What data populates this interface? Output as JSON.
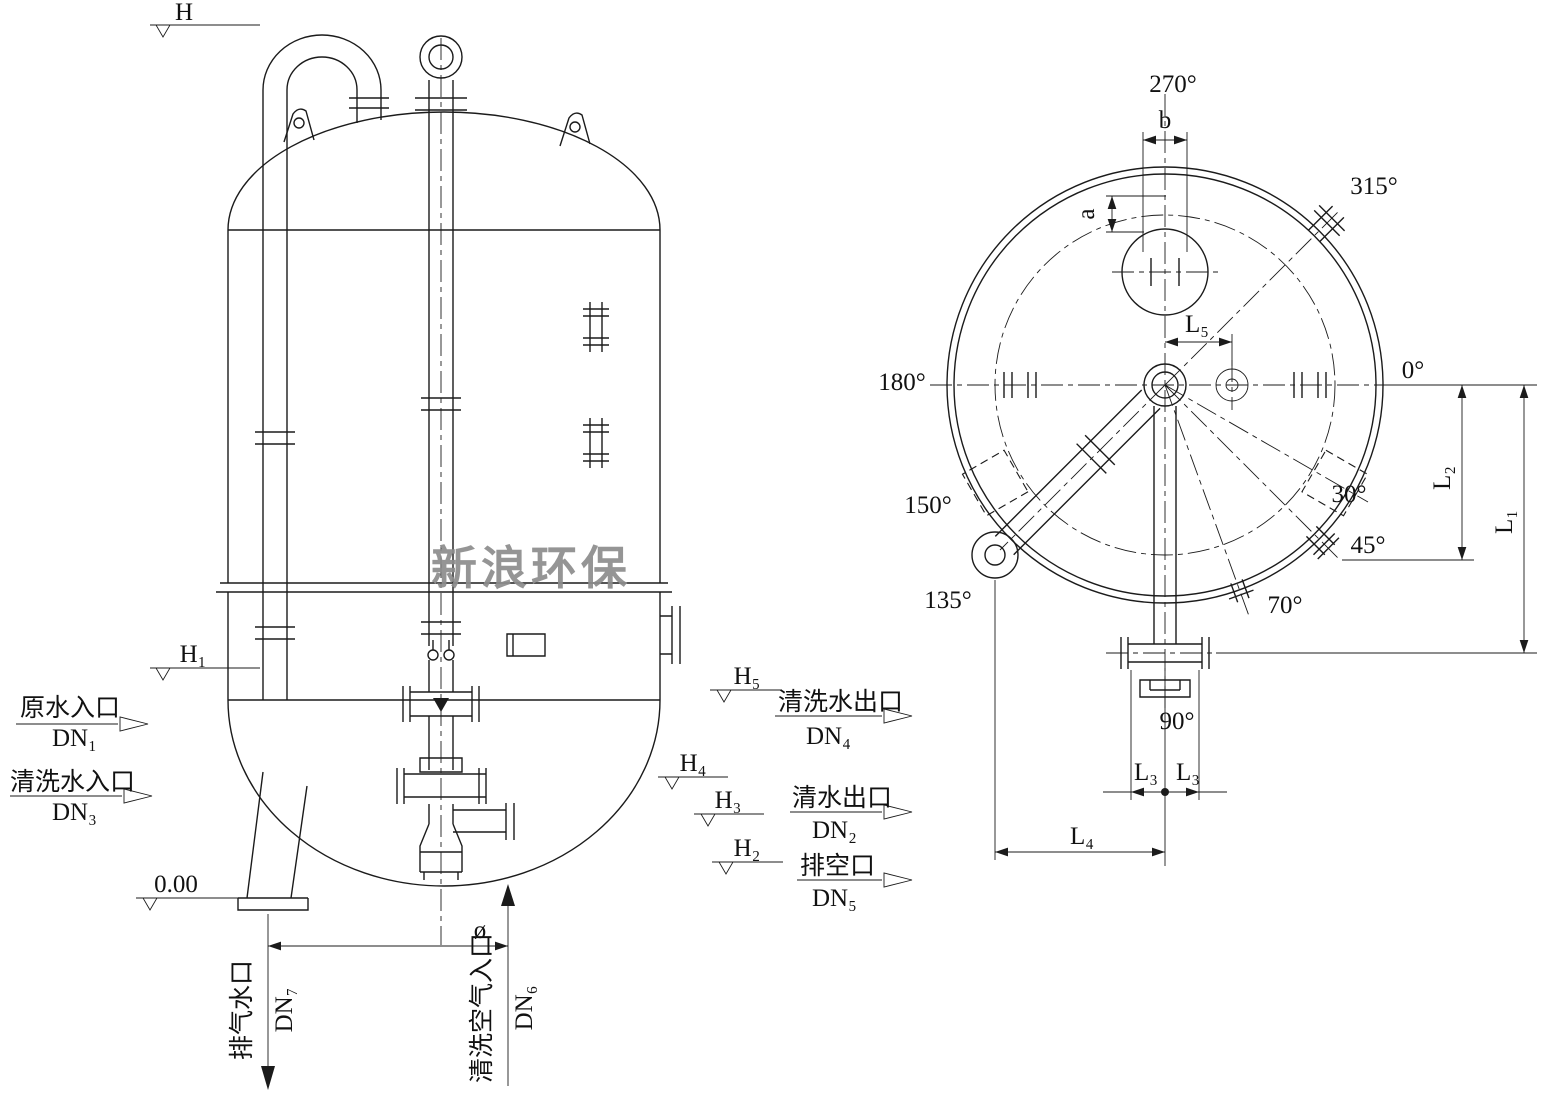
{
  "watermark": "新浪环保",
  "side_view": {
    "marks": {
      "H": "H",
      "H1": "H₁",
      "H2": "H₂",
      "H3": "H₃",
      "H4": "H₄",
      "H5": "H₅",
      "zero": "0.00",
      "diameter": "ø"
    },
    "ports": {
      "raw_water_inlet": {
        "label": "原水入口",
        "dn": "DN₁"
      },
      "wash_water_inlet": {
        "label": "清洗水入口",
        "dn": "DN₃"
      },
      "wash_water_outlet": {
        "label": "清洗水出口",
        "dn": "DN₄"
      },
      "clean_water_outlet": {
        "label": "清水出口",
        "dn": "DN₂"
      },
      "drain": {
        "label": "排空口",
        "dn": "DN₅"
      },
      "exhaust_water": {
        "label": "排气水口",
        "dn": "DN₇"
      },
      "wash_air_inlet": {
        "label": "清洗空气入口",
        "dn": "DN₆"
      }
    }
  },
  "plan_view": {
    "angles": {
      "deg0": "0°",
      "deg30": "30°",
      "deg45": "45°",
      "deg70": "70°",
      "deg90": "90°",
      "deg135": "135°",
      "deg150": "150°",
      "deg180": "180°",
      "deg270": "270°",
      "deg315": "315°"
    },
    "dims": {
      "a": "a",
      "b": "b",
      "L1": "L₁",
      "L2": "L₂",
      "L3a": "L₃",
      "L3b": "L₃",
      "L4": "L₄",
      "L5": "L₅"
    }
  }
}
